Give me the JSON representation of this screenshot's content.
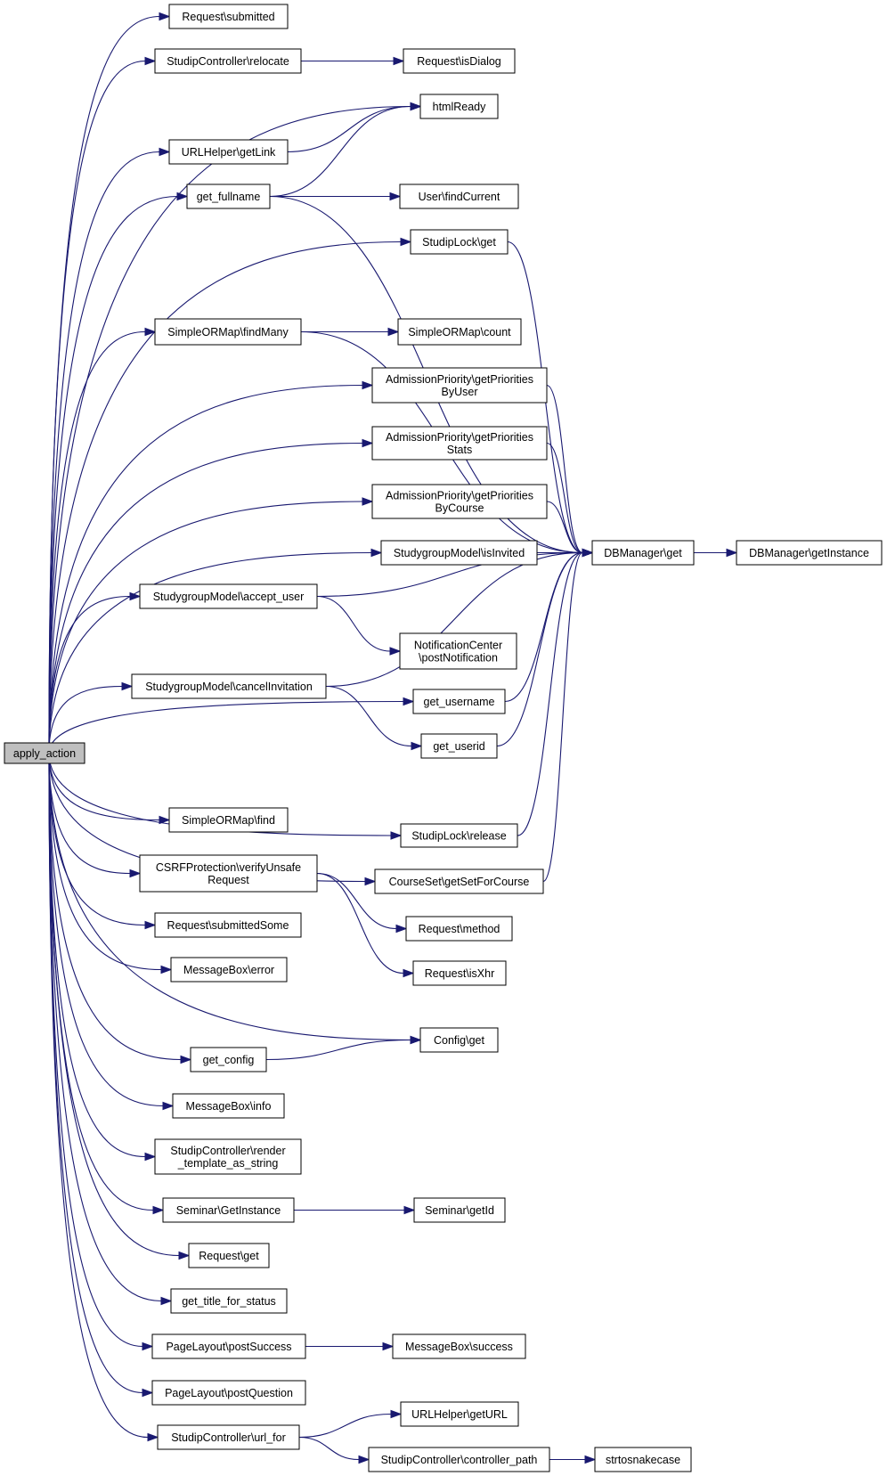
{
  "graph": {
    "colors": {
      "edge": "#191970",
      "node_border": "#000000",
      "root_fill": "#bfbfbf",
      "node_fill": "#ffffff"
    },
    "nodes": [
      {
        "id": "apply_action",
        "lines": [
          "apply_action"
        ]
      },
      {
        "id": "request_submitted",
        "lines": [
          "Request\\submitted"
        ]
      },
      {
        "id": "sc_relocate",
        "lines": [
          "StudipController\\relocate"
        ]
      },
      {
        "id": "request_isdialog",
        "lines": [
          "Request\\isDialog"
        ]
      },
      {
        "id": "htmlready",
        "lines": [
          "htmlReady"
        ]
      },
      {
        "id": "urlhelper_getlink",
        "lines": [
          "URLHelper\\getLink"
        ]
      },
      {
        "id": "get_fullname",
        "lines": [
          "get_fullname"
        ]
      },
      {
        "id": "user_findcurrent",
        "lines": [
          "User\\findCurrent"
        ]
      },
      {
        "id": "studiplock_get",
        "lines": [
          "StudipLock\\get"
        ]
      },
      {
        "id": "sorm_findmany",
        "lines": [
          "SimpleORMap\\findMany"
        ]
      },
      {
        "id": "sorm_count",
        "lines": [
          "SimpleORMap\\count"
        ]
      },
      {
        "id": "ap_byuser",
        "lines": [
          "AdmissionPriority\\getPriorities",
          "ByUser"
        ]
      },
      {
        "id": "ap_stats",
        "lines": [
          "AdmissionPriority\\getPriorities",
          "Stats"
        ]
      },
      {
        "id": "ap_bycourse",
        "lines": [
          "AdmissionPriority\\getPriorities",
          "ByCourse"
        ]
      },
      {
        "id": "sgm_isinvited",
        "lines": [
          "StudygroupModel\\isInvited"
        ]
      },
      {
        "id": "dbmanager_get",
        "lines": [
          "DBManager\\get"
        ]
      },
      {
        "id": "dbmanager_getinstance",
        "lines": [
          "DBManager\\getInstance"
        ]
      },
      {
        "id": "sgm_accept_user",
        "lines": [
          "StudygroupModel\\accept_user"
        ]
      },
      {
        "id": "nc_postnotification",
        "lines": [
          "NotificationCenter",
          "\\postNotification"
        ]
      },
      {
        "id": "get_username",
        "lines": [
          "get_username"
        ]
      },
      {
        "id": "sgm_cancelinvitation",
        "lines": [
          "StudygroupModel\\cancelInvitation"
        ]
      },
      {
        "id": "get_userid",
        "lines": [
          "get_userid"
        ]
      },
      {
        "id": "sorm_find",
        "lines": [
          "SimpleORMap\\find"
        ]
      },
      {
        "id": "studiplock_release",
        "lines": [
          "StudipLock\\release"
        ]
      },
      {
        "id": "csrf_verify",
        "lines": [
          "CSRFProtection\\verifyUnsafe",
          "Request"
        ]
      },
      {
        "id": "courseset_getsetforcourse",
        "lines": [
          "CourseSet\\getSetForCourse"
        ]
      },
      {
        "id": "request_submittedsome",
        "lines": [
          "Request\\submittedSome"
        ]
      },
      {
        "id": "request_method",
        "lines": [
          "Request\\method"
        ]
      },
      {
        "id": "messagebox_error",
        "lines": [
          "MessageBox\\error"
        ]
      },
      {
        "id": "request_isxhr",
        "lines": [
          "Request\\isXhr"
        ]
      },
      {
        "id": "config_get",
        "lines": [
          "Config\\get"
        ]
      },
      {
        "id": "get_config",
        "lines": [
          "get_config"
        ]
      },
      {
        "id": "messagebox_info",
        "lines": [
          "MessageBox\\info"
        ]
      },
      {
        "id": "sc_render_template",
        "lines": [
          "StudipController\\render",
          "_template_as_string"
        ]
      },
      {
        "id": "seminar_getinstance",
        "lines": [
          "Seminar\\GetInstance"
        ]
      },
      {
        "id": "seminar_getid",
        "lines": [
          "Seminar\\getId"
        ]
      },
      {
        "id": "request_get",
        "lines": [
          "Request\\get"
        ]
      },
      {
        "id": "get_title_for_status",
        "lines": [
          "get_title_for_status"
        ]
      },
      {
        "id": "pagelayout_postsuccess",
        "lines": [
          "PageLayout\\postSuccess"
        ]
      },
      {
        "id": "messagebox_success",
        "lines": [
          "MessageBox\\success"
        ]
      },
      {
        "id": "pagelayout_postquestion",
        "lines": [
          "PageLayout\\postQuestion"
        ]
      },
      {
        "id": "urlhelper_geturl",
        "lines": [
          "URLHelper\\getURL"
        ]
      },
      {
        "id": "sc_url_for",
        "lines": [
          "StudipController\\url_for"
        ]
      },
      {
        "id": "sc_controller_path",
        "lines": [
          "StudipController\\controller_path"
        ]
      },
      {
        "id": "strtosnakecase",
        "lines": [
          "strtosnakecase"
        ]
      }
    ],
    "edges": [
      {
        "from": "apply_action",
        "to": "request_submitted"
      },
      {
        "from": "apply_action",
        "to": "sc_relocate"
      },
      {
        "from": "apply_action",
        "to": "htmlready"
      },
      {
        "from": "apply_action",
        "to": "urlhelper_getlink"
      },
      {
        "from": "apply_action",
        "to": "get_fullname"
      },
      {
        "from": "apply_action",
        "to": "studiplock_get"
      },
      {
        "from": "apply_action",
        "to": "sorm_findmany"
      },
      {
        "from": "apply_action",
        "to": "ap_byuser"
      },
      {
        "from": "apply_action",
        "to": "ap_stats"
      },
      {
        "from": "apply_action",
        "to": "ap_bycourse"
      },
      {
        "from": "apply_action",
        "to": "sgm_isinvited"
      },
      {
        "from": "apply_action",
        "to": "sgm_accept_user"
      },
      {
        "from": "apply_action",
        "to": "get_username"
      },
      {
        "from": "apply_action",
        "to": "sgm_cancelinvitation"
      },
      {
        "from": "apply_action",
        "to": "sorm_find"
      },
      {
        "from": "apply_action",
        "to": "studiplock_release"
      },
      {
        "from": "apply_action",
        "to": "courseset_getsetforcourse"
      },
      {
        "from": "apply_action",
        "to": "csrf_verify"
      },
      {
        "from": "apply_action",
        "to": "request_submittedsome"
      },
      {
        "from": "apply_action",
        "to": "messagebox_error"
      },
      {
        "from": "apply_action",
        "to": "config_get"
      },
      {
        "from": "apply_action",
        "to": "get_config"
      },
      {
        "from": "apply_action",
        "to": "messagebox_info"
      },
      {
        "from": "apply_action",
        "to": "sc_render_template"
      },
      {
        "from": "apply_action",
        "to": "seminar_getinstance"
      },
      {
        "from": "apply_action",
        "to": "request_get"
      },
      {
        "from": "apply_action",
        "to": "get_title_for_status"
      },
      {
        "from": "apply_action",
        "to": "pagelayout_postsuccess"
      },
      {
        "from": "apply_action",
        "to": "pagelayout_postquestion"
      },
      {
        "from": "apply_action",
        "to": "sc_url_for"
      },
      {
        "from": "sc_relocate",
        "to": "request_isdialog"
      },
      {
        "from": "urlhelper_getlink",
        "to": "htmlready"
      },
      {
        "from": "get_fullname",
        "to": "htmlready"
      },
      {
        "from": "get_fullname",
        "to": "user_findcurrent"
      },
      {
        "from": "get_fullname",
        "to": "dbmanager_get"
      },
      {
        "from": "studiplock_get",
        "to": "dbmanager_get"
      },
      {
        "from": "sorm_findmany",
        "to": "sorm_count"
      },
      {
        "from": "sorm_findmany",
        "to": "dbmanager_get"
      },
      {
        "from": "ap_byuser",
        "to": "dbmanager_get"
      },
      {
        "from": "ap_stats",
        "to": "dbmanager_get"
      },
      {
        "from": "ap_bycourse",
        "to": "dbmanager_get"
      },
      {
        "from": "sgm_isinvited",
        "to": "dbmanager_get"
      },
      {
        "from": "dbmanager_get",
        "to": "dbmanager_getinstance"
      },
      {
        "from": "sgm_accept_user",
        "to": "dbmanager_get"
      },
      {
        "from": "sgm_accept_user",
        "to": "nc_postnotification"
      },
      {
        "from": "get_username",
        "to": "dbmanager_get"
      },
      {
        "from": "sgm_cancelinvitation",
        "to": "get_userid"
      },
      {
        "from": "sgm_cancelinvitation",
        "to": "dbmanager_get"
      },
      {
        "from": "get_userid",
        "to": "dbmanager_get"
      },
      {
        "from": "studiplock_release",
        "to": "dbmanager_get"
      },
      {
        "from": "courseset_getsetforcourse",
        "to": "dbmanager_get"
      },
      {
        "from": "csrf_verify",
        "to": "request_method"
      },
      {
        "from": "csrf_verify",
        "to": "request_isxhr"
      },
      {
        "from": "get_config",
        "to": "config_get"
      },
      {
        "from": "seminar_getinstance",
        "to": "seminar_getid"
      },
      {
        "from": "pagelayout_postsuccess",
        "to": "messagebox_success"
      },
      {
        "from": "sc_url_for",
        "to": "urlhelper_geturl"
      },
      {
        "from": "sc_url_for",
        "to": "sc_controller_path"
      },
      {
        "from": "sc_controller_path",
        "to": "strtosnakecase"
      }
    ]
  }
}
